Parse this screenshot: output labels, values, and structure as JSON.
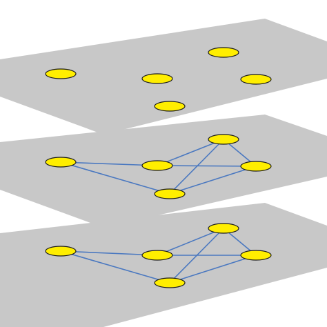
{
  "colors": {
    "background": "#ffffff",
    "layer_fill": "#c8c8c8",
    "node_fill": "#ffee00",
    "node_stroke": "#1a1a1a",
    "edge_stroke": "#4a78c0"
  },
  "layers": [
    {
      "id": "top",
      "nodes": [
        "n1",
        "n2",
        "n3",
        "n4",
        "n5"
      ],
      "edges": []
    },
    {
      "id": "middle",
      "nodes": [
        "n1",
        "n2",
        "n3",
        "n4",
        "n5"
      ],
      "edges": [
        [
          "n1",
          "n2"
        ],
        [
          "n1",
          "n5"
        ],
        [
          "n2",
          "n3"
        ],
        [
          "n2",
          "n4"
        ],
        [
          "n3",
          "n4"
        ],
        [
          "n3",
          "n5"
        ],
        [
          "n4",
          "n5"
        ]
      ]
    },
    {
      "id": "bottom",
      "nodes": [
        "n1",
        "n2",
        "n3",
        "n4",
        "n5"
      ],
      "edges": [
        [
          "n1",
          "n2"
        ],
        [
          "n1",
          "n5"
        ],
        [
          "n2",
          "n3"
        ],
        [
          "n2",
          "n4"
        ],
        [
          "n3",
          "n4"
        ],
        [
          "n3",
          "n5"
        ],
        [
          "n4",
          "n5"
        ]
      ]
    }
  ]
}
